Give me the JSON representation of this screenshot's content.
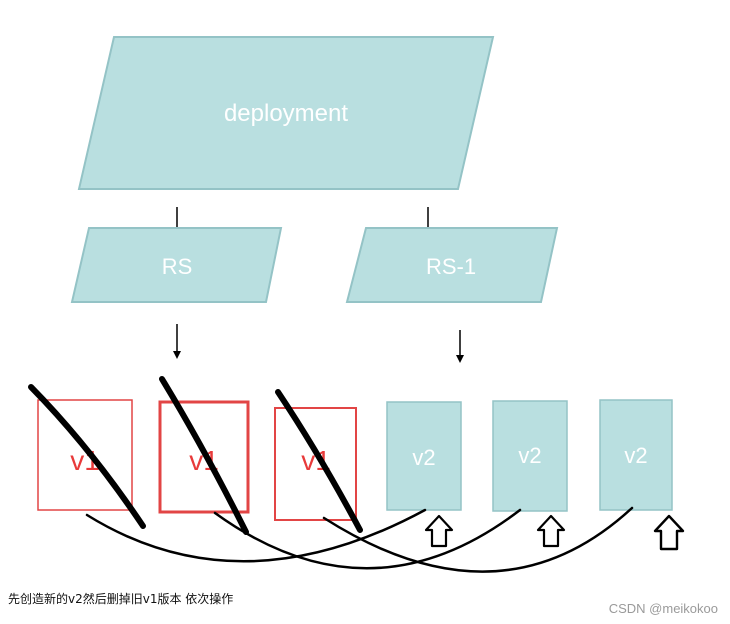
{
  "nodes": {
    "deployment": "deployment",
    "rs": "RS",
    "rs1": "RS-1"
  },
  "pods_old": [
    "v1",
    "v1",
    "v1"
  ],
  "pods_new": [
    "v2",
    "v2",
    "v2"
  ],
  "caption": "先创造新的v2然后删掉旧v1版本 依次操作",
  "watermark": "CSDN @meikokoo",
  "colors": {
    "box_fill": "#b9dfe0",
    "box_stroke": "#94c3c6",
    "old_pod_stroke": "#e24545",
    "marker": "#000000"
  }
}
